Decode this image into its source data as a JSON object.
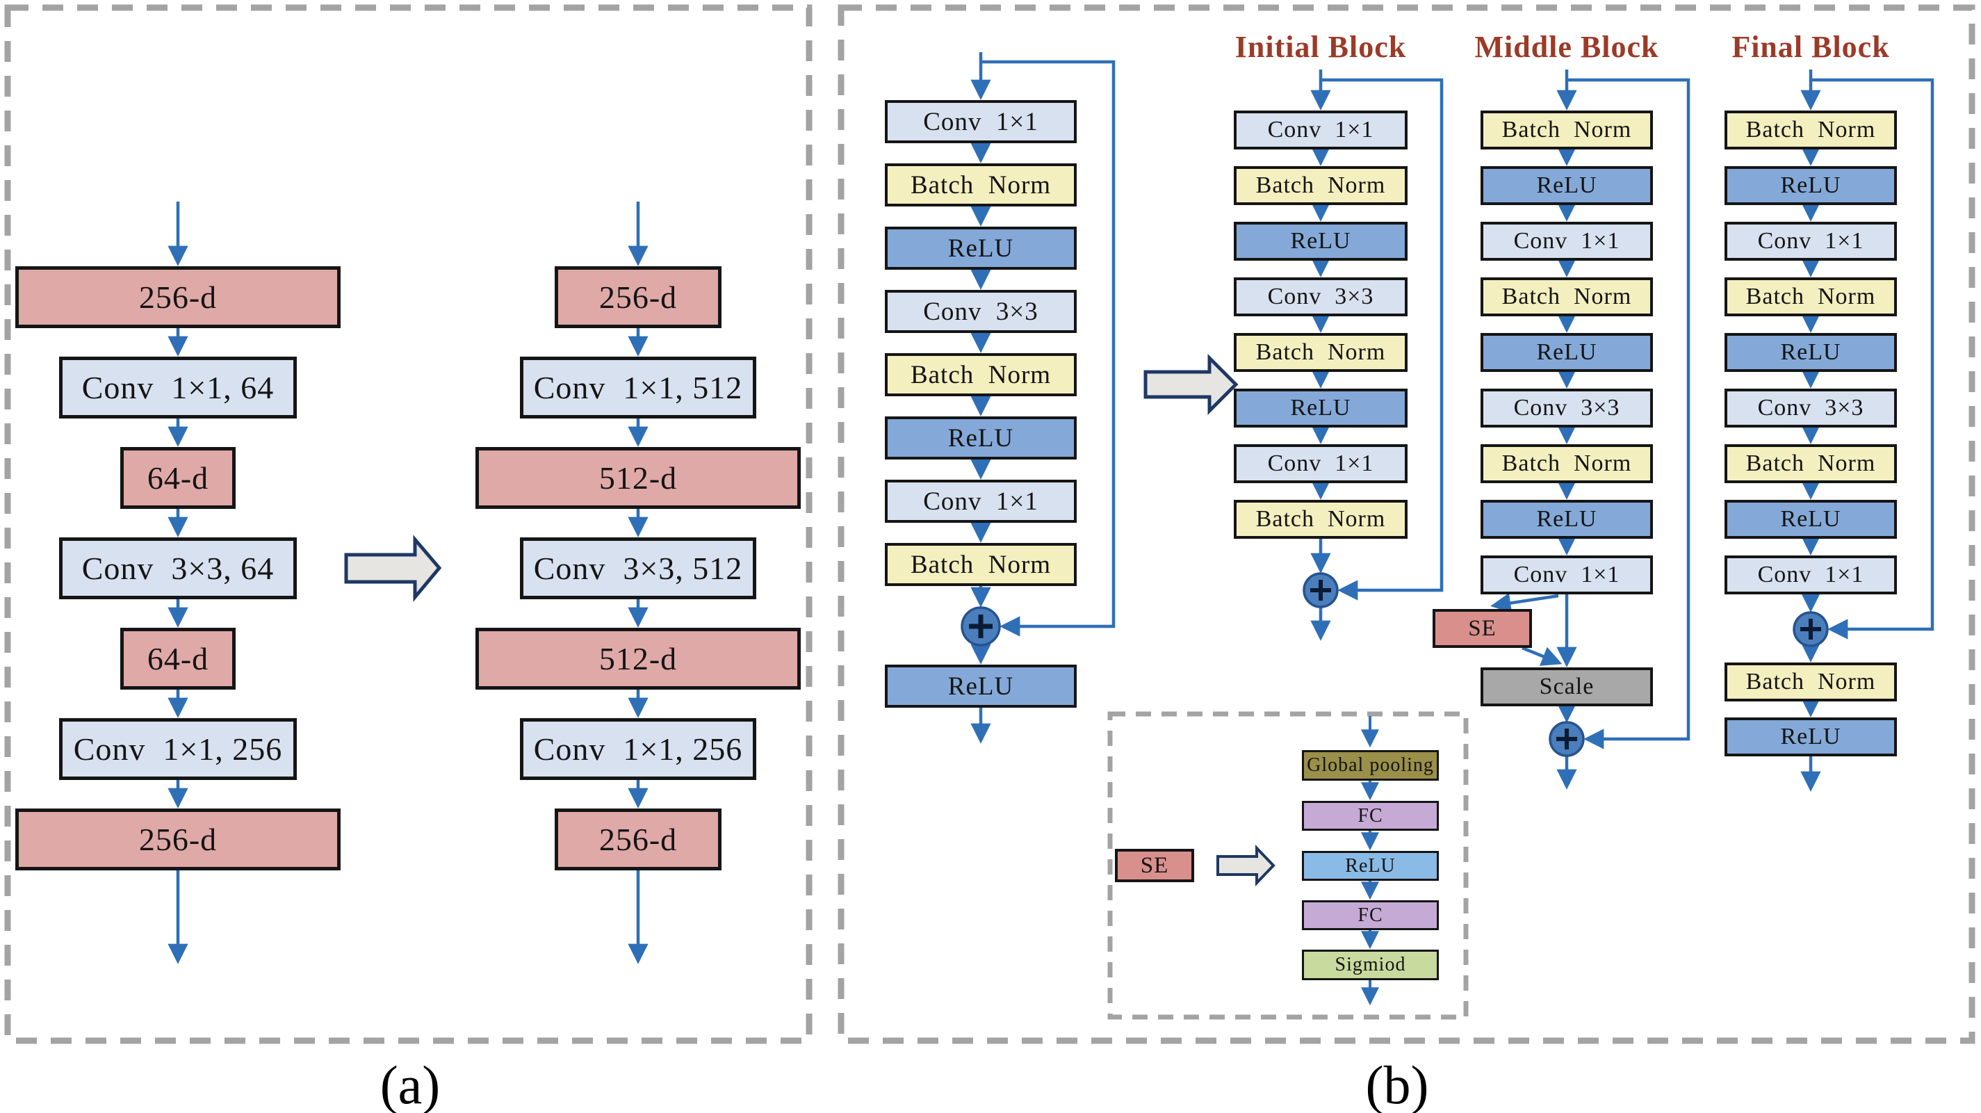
{
  "figure": {
    "panel_a_label": "(a)",
    "panel_b_label": "(b)"
  },
  "panel_a": {
    "left_column": [
      "256-d",
      "Conv  1×1, 64",
      "64-d",
      "Conv  3×3, 64",
      "64-d",
      "Conv  1×1, 256",
      "256-d"
    ],
    "right_column": [
      "256-d",
      "Conv  1×1, 512",
      "512-d",
      "Conv  3×3, 512",
      "512-d",
      "Conv  1×1, 256",
      "256-d"
    ]
  },
  "panel_b": {
    "base_column": {
      "blocks": [
        "Conv  1×1",
        "Batch  Norm",
        "ReLU",
        "Conv  3×3",
        "Batch  Norm",
        "ReLU",
        "Conv  1×1",
        "Batch  Norm"
      ],
      "post_add": "ReLU"
    },
    "initial_block": {
      "title": "Initial Block",
      "blocks": [
        "Conv  1×1",
        "Batch  Norm",
        "ReLU",
        "Conv  3×3",
        "Batch  Norm",
        "ReLU",
        "Conv  1×1",
        "Batch  Norm"
      ]
    },
    "middle_block": {
      "title": "Middle Block",
      "blocks": [
        "Batch  Norm",
        "ReLU",
        "Conv  1×1",
        "Batch  Norm",
        "ReLU",
        "Conv  3×3",
        "Batch  Norm",
        "ReLU",
        "Conv  1×1"
      ],
      "se_label": "SE",
      "scale_label": "Scale"
    },
    "final_block": {
      "title": "Final Block",
      "blocks": [
        "Batch  Norm",
        "ReLU",
        "Conv  1×1",
        "Batch  Norm",
        "ReLU",
        "Conv  3×3",
        "Batch  Norm",
        "ReLU",
        "Conv  1×1"
      ],
      "post_add": [
        "Batch  Norm",
        "ReLU"
      ]
    },
    "se_inset": {
      "se_label": "SE",
      "blocks": [
        "Global pooling",
        "FC",
        "ReLU",
        "FC",
        "Sigmiod"
      ]
    }
  },
  "colors": {
    "dim_box_pink": "#dfa9a7",
    "conv_box_blue": "#d8e1ef",
    "batch_norm_yellow": "#f4efbf",
    "relu_blue": "#84a9d8",
    "relu_light_blue": "#8abbe6",
    "se_pink": "#d9908c",
    "scale_gray": "#a8a8a8",
    "global_pooling_olive": "#9a9049",
    "fc_purple": "#c6aad6",
    "sigmoid_green": "#c9da9f",
    "arrow_blue": "#2f6fb7",
    "add_circle_blue": "#4a7ebc",
    "block_title_red": "#9c3a28",
    "dashed_border_gray": "#a3a3a3",
    "transform_arrow_fill": "#e6e5e1",
    "transform_arrow_border": "#1f3864"
  }
}
